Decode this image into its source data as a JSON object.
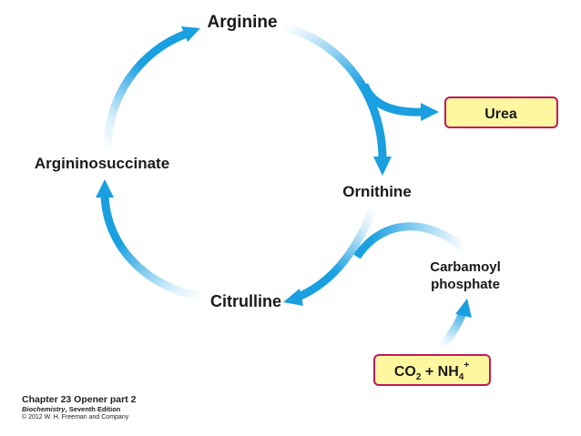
{
  "nodes": {
    "arginine": "Arginine",
    "ornithine": "Ornithine",
    "citrulline": "Citrulline",
    "argininosuccinate": "Argininosuccinate",
    "carbamoyl_line1": "Carbamoyl",
    "carbamoyl_line2": "phosphate"
  },
  "boxes": {
    "urea": "Urea",
    "co2_nh4": {
      "co": "CO",
      "co_sub": "2",
      "plus": " + NH",
      "nh_sub": "4",
      "nh_sup": "+"
    }
  },
  "caption": {
    "line1": "Chapter 23 Opener part 2",
    "line2_title": "Biochemistry",
    "line2_rest": ", Seventh Edition",
    "line3": "© 2012 W. H. Freeman and Company"
  },
  "colors": {
    "arrow": "#1a9fe0",
    "arrow_light": "#d6eefa",
    "box_fill": "#fff7a0",
    "box_border": "#c2185b"
  }
}
